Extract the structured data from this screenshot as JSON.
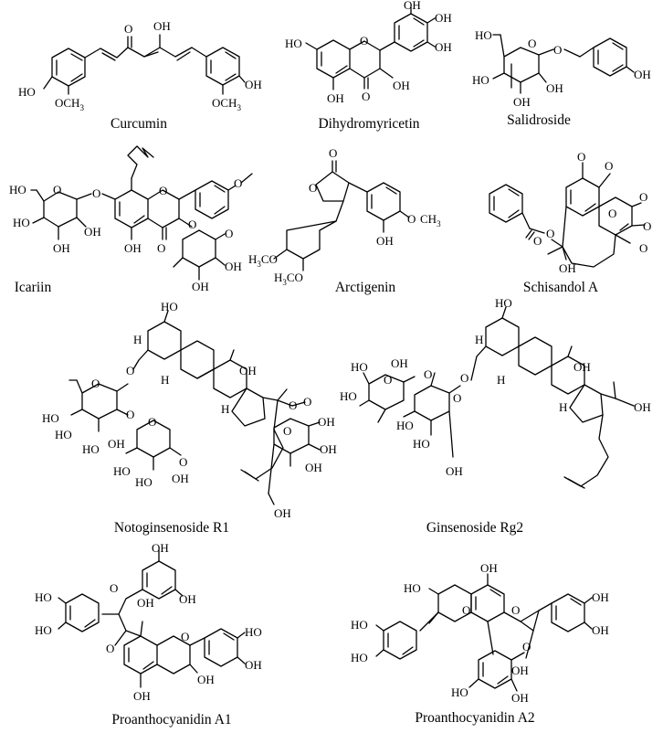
{
  "compounds": [
    {
      "id": "curcumin",
      "name": "Curcumin",
      "labels": [
        "O",
        "OH",
        "HO",
        "OCH",
        "OCH",
        "OH"
      ],
      "subs": [
        "3",
        "3"
      ]
    },
    {
      "id": "dihydromyricetin",
      "name": "Dihydromyricetin",
      "labels": [
        "OH",
        "OH",
        "OH",
        "HO",
        "O",
        "OH",
        "OH",
        "O"
      ]
    },
    {
      "id": "salidroside",
      "name": "Salidroside",
      "labels": [
        "HO",
        "O",
        "O",
        "HO",
        "OH",
        "OH",
        "OH"
      ]
    },
    {
      "id": "icariin",
      "name": "Icariin",
      "labels": [
        "O",
        "O",
        "O",
        "HO",
        "O",
        "HO",
        "OH",
        "OH",
        "O",
        "O",
        "OH",
        "O",
        "OH",
        "OH"
      ]
    },
    {
      "id": "arctigenin",
      "name": "Arctigenin",
      "labels": [
        "O",
        "O",
        "O",
        "CH",
        "OH",
        "H",
        "CO",
        "H",
        "CO"
      ],
      "subs": [
        "3",
        "3",
        "3"
      ]
    },
    {
      "id": "schisandol-a",
      "name": "Schisandol A",
      "labels": [
        "O",
        "O",
        "O",
        "O",
        "O",
        "O",
        "O",
        "O",
        "OH"
      ]
    },
    {
      "id": "notoginsenoside-r1",
      "name": "Notoginsenoside R1",
      "labels": [
        "HO",
        "H",
        "O",
        "H",
        "OH",
        "HO",
        "O",
        "H",
        "O",
        "O",
        "HO",
        "HO",
        "OH",
        "O",
        "O",
        "HO",
        "HO",
        "OH",
        "O",
        "OH",
        "OH",
        "OH",
        "OH",
        "O"
      ]
    },
    {
      "id": "ginsenoside-rg2",
      "name": "Ginsenoside Rg2",
      "labels": [
        "HO",
        "OH",
        "HO",
        "O",
        "HO",
        "O",
        "O",
        "H",
        "H",
        "OH",
        "H",
        "HO",
        "O",
        "HO",
        "OH",
        "OH"
      ]
    },
    {
      "id": "proanthocyanidin-a1",
      "name": "Proanthocyanidin A1",
      "labels": [
        "OH",
        "O",
        "HO",
        "OH",
        "HO",
        "O",
        "OH",
        "HO",
        "OH",
        "O",
        "OH",
        "OH"
      ]
    },
    {
      "id": "proanthocyanidin-a2",
      "name": "Proanthocyanidin A2",
      "labels": [
        "HO",
        "O",
        "OH",
        "O",
        "OH",
        "HO",
        "OH",
        "HO",
        "OH",
        "O",
        "OH",
        "HO"
      ]
    }
  ]
}
